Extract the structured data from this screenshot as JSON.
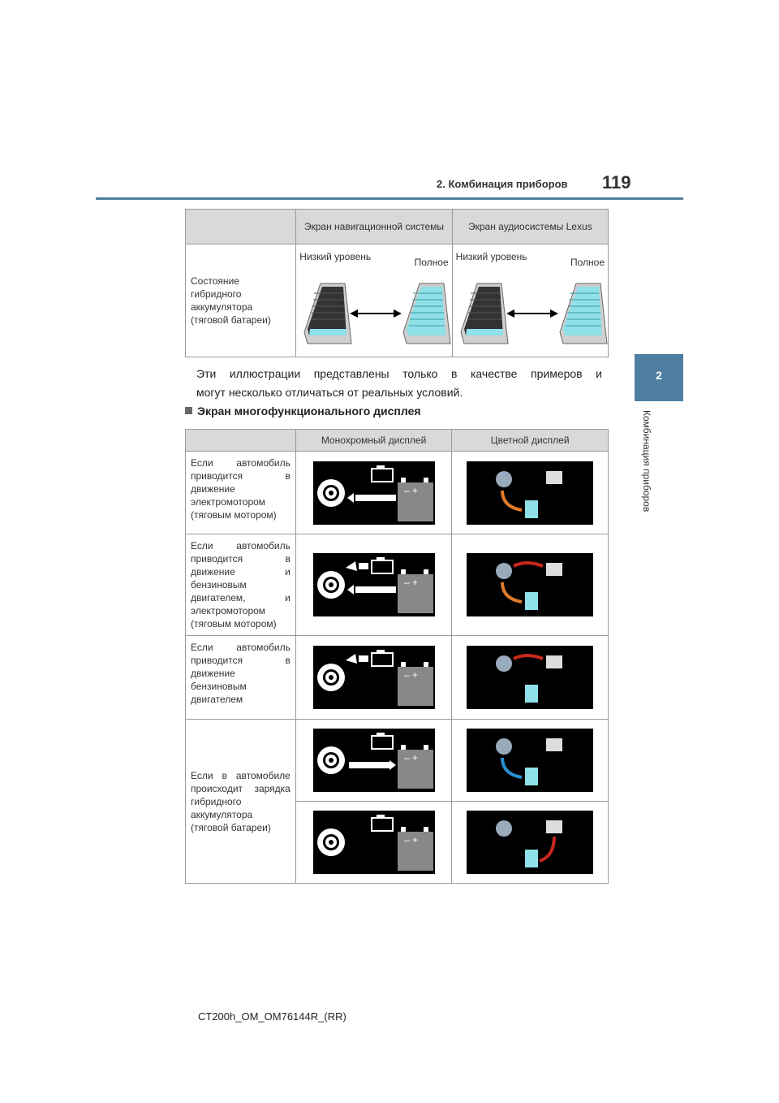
{
  "header": {
    "section_title": "2. Комбинация приборов",
    "page_number": "119"
  },
  "side_tab": {
    "number": "2",
    "label": "Комбинация приборов"
  },
  "table1": {
    "col_headers": [
      "",
      "Экран навигационной системы",
      "Экран аудиосистемы Lexus"
    ],
    "row_label": "Состояние гибридного аккумулятора (тяговой батареи)",
    "low_label": "Низкий уровень",
    "full_label": "Полное"
  },
  "note": {
    "line1": "Эти иллюстрации представлены только в качестве примеров и",
    "line2": "могут несколько отличаться от реальных условий."
  },
  "section_heading": "Экран многофункционального дисплея",
  "table2": {
    "col_headers": [
      "",
      "Монохромный дисплей",
      "Цветной дисплей"
    ],
    "rows": [
      {
        "label": "Если автомобиль приводится в движение электромотором (тяговым мотором)"
      },
      {
        "label": "Если автомобиль приводится в движение и бензиновым двигателем, и электромотором (тяговым мотором)"
      },
      {
        "label": "Если автомобиль приводится в движение бензиновым двигателем"
      },
      {
        "label": "Если в автомобиле происходит зарядка гибридного аккумулятора (тяговой батареи)"
      }
    ]
  },
  "footer": {
    "doc_code": "CT200h_OM_OM76144R_(RR)"
  },
  "colors": {
    "accent": "#4e7fa2",
    "orange_flow": "#e07a2a",
    "red_flow": "#c8281e",
    "blue_flow": "#2a8fd0",
    "battery_cyan": "#8fe0e8"
  }
}
